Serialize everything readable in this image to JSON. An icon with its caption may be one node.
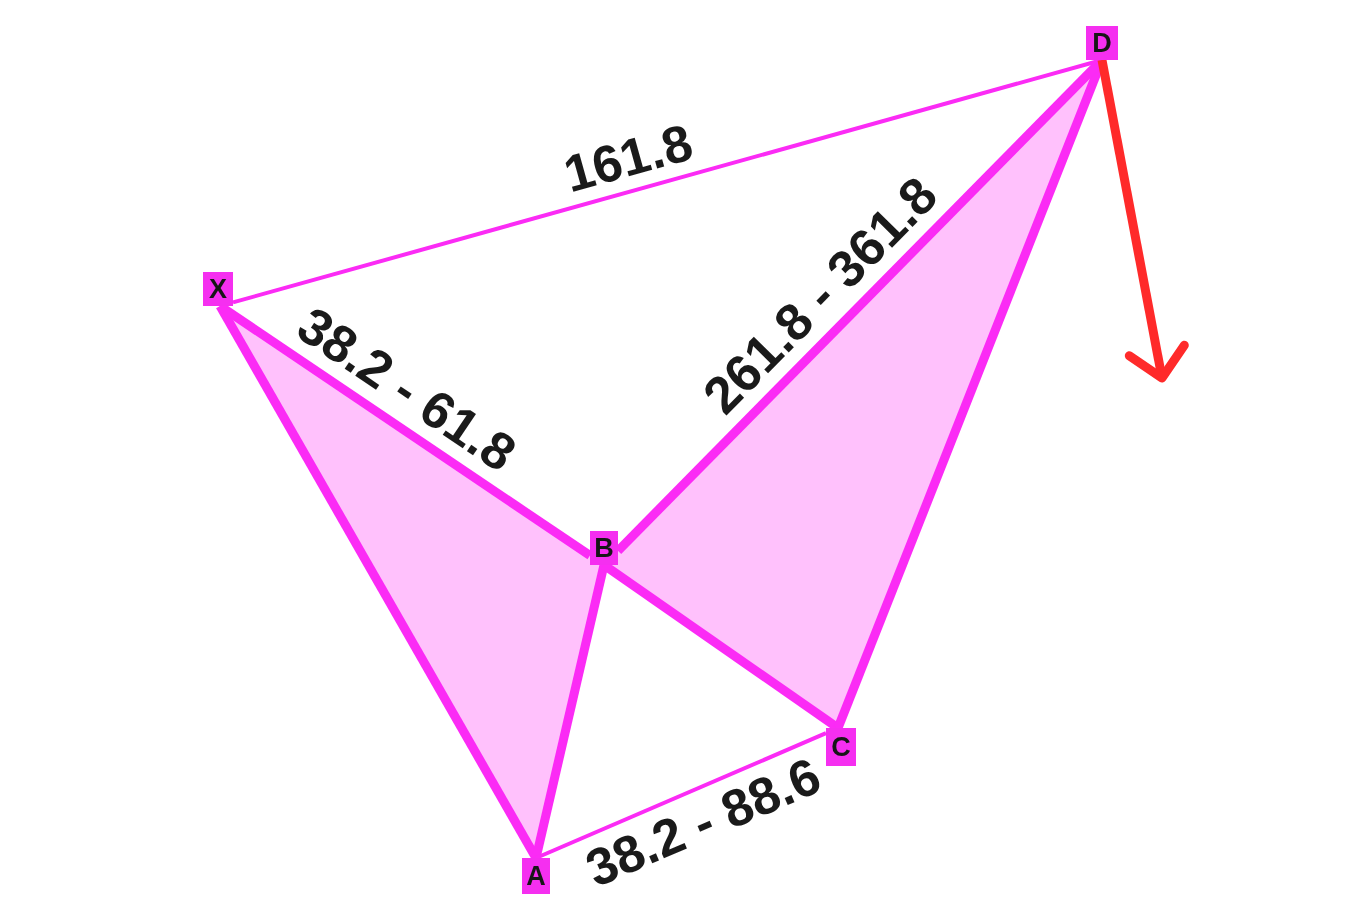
{
  "diagram": {
    "nodes": [
      {
        "text": [
          "X"
        ]
      },
      {
        "text": [
          "A"
        ]
      },
      {
        "text": [
          "B"
        ]
      },
      {
        "text": [
          "C"
        ]
      },
      {
        "text": [
          "D"
        ]
      }
    ],
    "edges": [
      {
        "from": 0,
        "to": 1,
        "arrow": "none"
      },
      {
        "from": 1,
        "to": 2,
        "arrow": "none"
      },
      {
        "from": 2,
        "to": 3,
        "arrow": "none"
      },
      {
        "from": 3,
        "to": 4,
        "arrow": "none"
      },
      {
        "from": 0,
        "to": 2,
        "arrow": "none",
        "label": "38.2 - 61.8"
      },
      {
        "from": 1,
        "to": 3,
        "arrow": "none",
        "label": "38.2 - 88.6"
      },
      {
        "from": 2,
        "to": 4,
        "arrow": "none",
        "label": "261.8 - 361.8"
      },
      {
        "from": 0,
        "to": 4,
        "arrow": "none",
        "label": "161.8"
      },
      {
        "from": 4,
        "to": null,
        "arrow": "to",
        "color": "#ff2a2a"
      }
    ]
  }
}
